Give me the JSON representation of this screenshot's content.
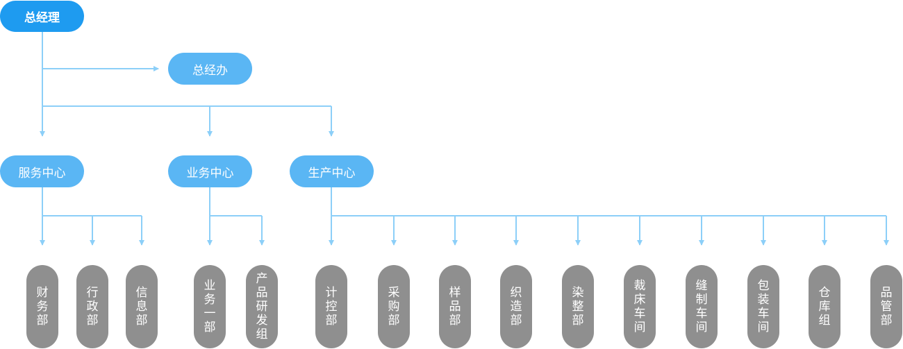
{
  "root": "总经理",
  "office": "总经办",
  "centers": {
    "service": "服务中心",
    "business": "业务中心",
    "production": "生产中心"
  },
  "departments": {
    "finance": "财务部",
    "admin": "行政部",
    "info": "信息部",
    "biz1": "业务一部",
    "rnd": "产品研发组",
    "planning": "计控部",
    "purchasing": "采购部",
    "sample": "样品部",
    "weaving": "织造部",
    "dyeing": "染整部",
    "cutting": "裁床车间",
    "sewing": "缝制车间",
    "packing": "包装车间",
    "warehouse": "仓库组",
    "quality": "品管部"
  },
  "colors": {
    "root": "#1e9bf0",
    "center": "#5ab6f4",
    "department": "#8f8f8f",
    "line": "#8ccff8"
  }
}
